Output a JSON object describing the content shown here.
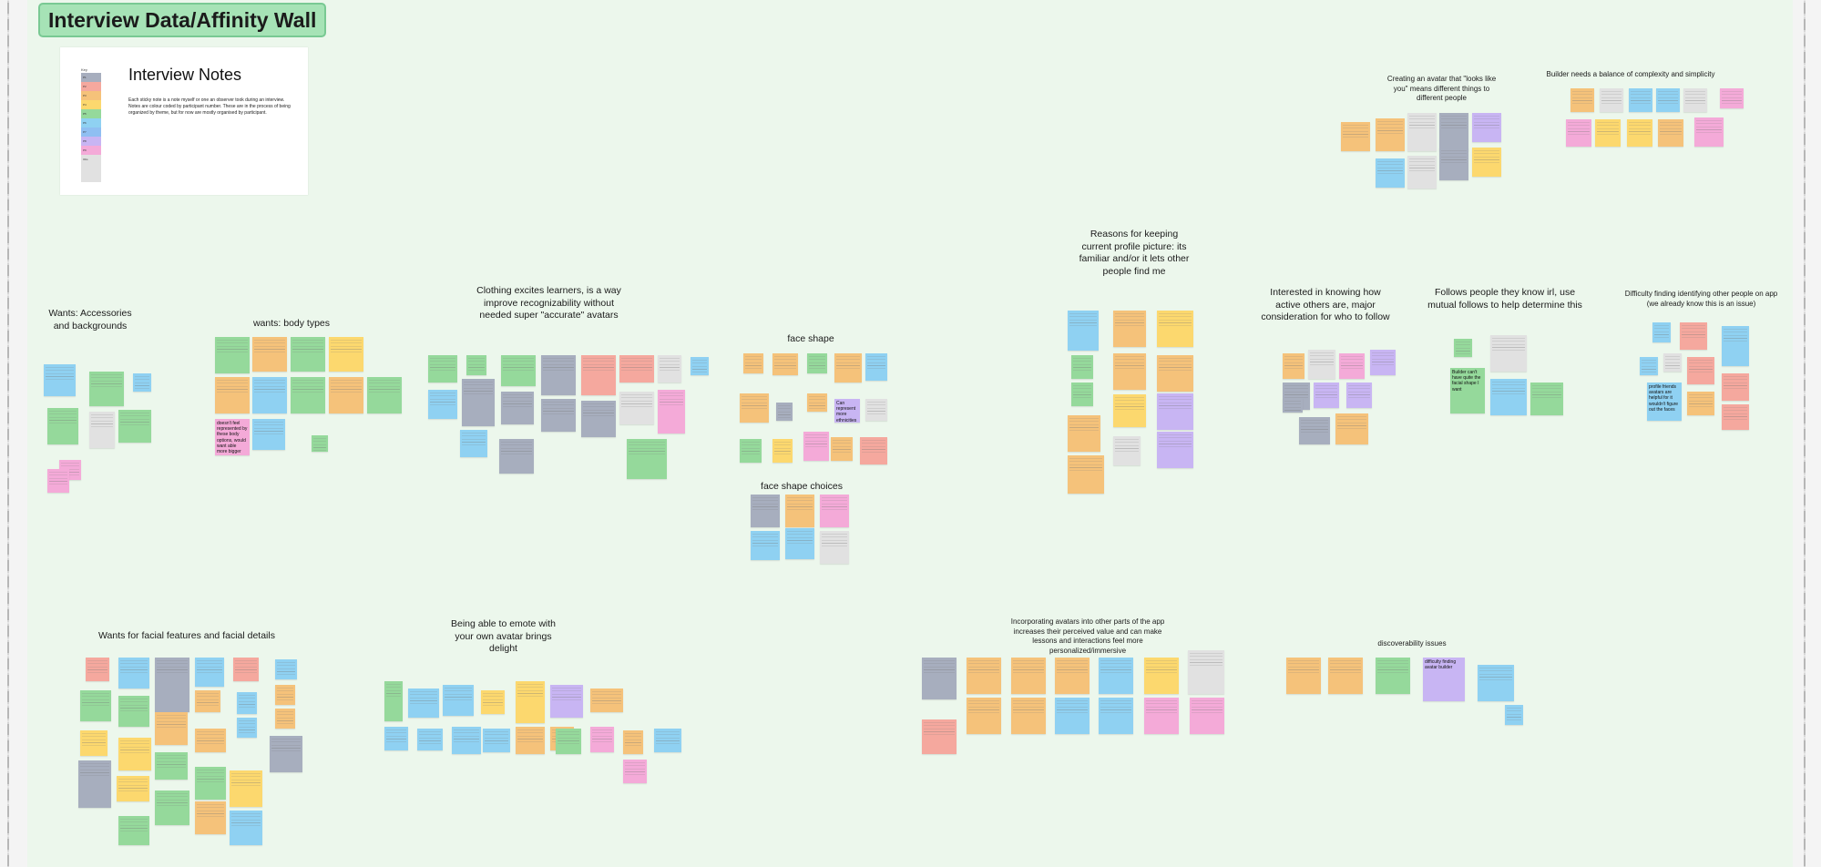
{
  "board": {
    "title": "Interview Data/Affinity Wall"
  },
  "notes_card": {
    "heading": "Interview Notes",
    "description": "Each sticky note is a note myself or one an observer took during an interview. Notes are colour coded by participant number. These are in the process of being organized by theme, but for now are mostly organised by participant.",
    "legend_title": "Key",
    "legend": [
      {
        "label": "P1",
        "color": "#a7aebe"
      },
      {
        "label": "P2",
        "color": "#f5a89e"
      },
      {
        "label": "P3",
        "color": "#f5c27a"
      },
      {
        "label": "P4",
        "color": "#fcd86e"
      },
      {
        "label": "P5",
        "color": "#95d99b"
      },
      {
        "label": "P6",
        "color": "#8fd1f2"
      },
      {
        "label": "P7",
        "color": "#8fbff2"
      },
      {
        "label": "P8",
        "color": "#c8b5f3"
      },
      {
        "label": "P9",
        "color": "#f4aad8"
      },
      {
        "label": "Obs",
        "color": "#e1e1e1"
      }
    ]
  },
  "clusters": {
    "wants_accessories": "Wants: Accessories and backgrounds",
    "body_types": "wants: body types",
    "clothing": "Clothing excites learners, is a way improve recognizability without needed super \"accurate\" avatars",
    "face_shape": "face shape",
    "face_shape_choices": "face shape choices",
    "profile_picture": "Reasons for keeping current profile picture: its familiar and/or it lets other people find me",
    "active_others": "Interested in knowing how active others are, major consideration for who to follow",
    "mutual_follows": "Follows people they know irl, use mutual follows to help determine this",
    "difficulty_finding": "Difficulty finding identifying other people on app (we already know this is an issue)",
    "looks_like_you": "Creating an avatar that \"looks like you\" means different things to different people",
    "builder_balance": "Builder needs a balance of complexity and simplicity",
    "facial_features": "Wants for facial features and facial details",
    "emote": "Being able to emote with your own avatar brings delight",
    "incorporating": "Incorporating avatars into other parts of the app increases their perceived value and can make lessons and interactions feel more personalized/immersive",
    "discoverability": "discoverability issues"
  },
  "legible_notes": {
    "body_types_pink": "doesn't feel represented by these body options, would want able more bigger",
    "face_purple": "Can represent more ethnicities",
    "mutual_green": "Builder can't have quite the facial shape I want",
    "difficulty_blue": "profile friends avatars are helpful for it wouldn't figure out the faces",
    "discoverability_purple": "difficulty finding avatar builder"
  }
}
